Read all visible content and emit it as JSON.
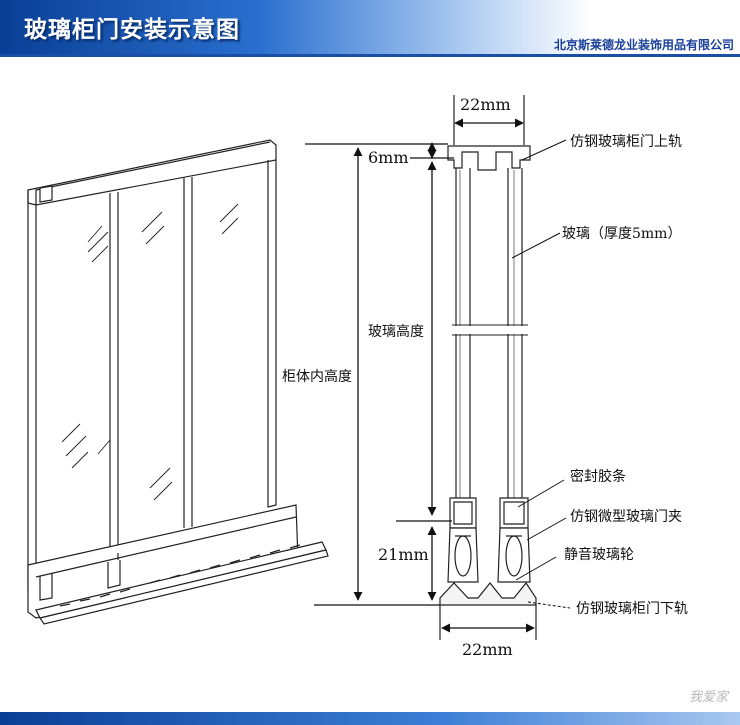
{
  "header": {
    "title": "玻璃柜门安装示意图",
    "company": "北京斯莱德龙业装饰用品有限公司"
  },
  "diagram": {
    "dimensions": {
      "top_width": "22mm",
      "top_gap": "6mm",
      "bottom_clearance": "21mm",
      "bottom_width": "22mm"
    },
    "heights": {
      "glass_height": "玻璃高度",
      "cabinet_inner_height": "柜体内高度"
    },
    "callouts": {
      "top_rail": "仿钢玻璃柜门上轨",
      "glass": "玻璃（厚度5mm）",
      "seal_strip": "密封胶条",
      "glass_clamp": "仿钢微型玻璃门夹",
      "silent_wheel": "静音玻璃轮",
      "bottom_rail": "仿钢玻璃柜门下轨"
    }
  },
  "footer": {
    "watermark": "我爱家"
  }
}
